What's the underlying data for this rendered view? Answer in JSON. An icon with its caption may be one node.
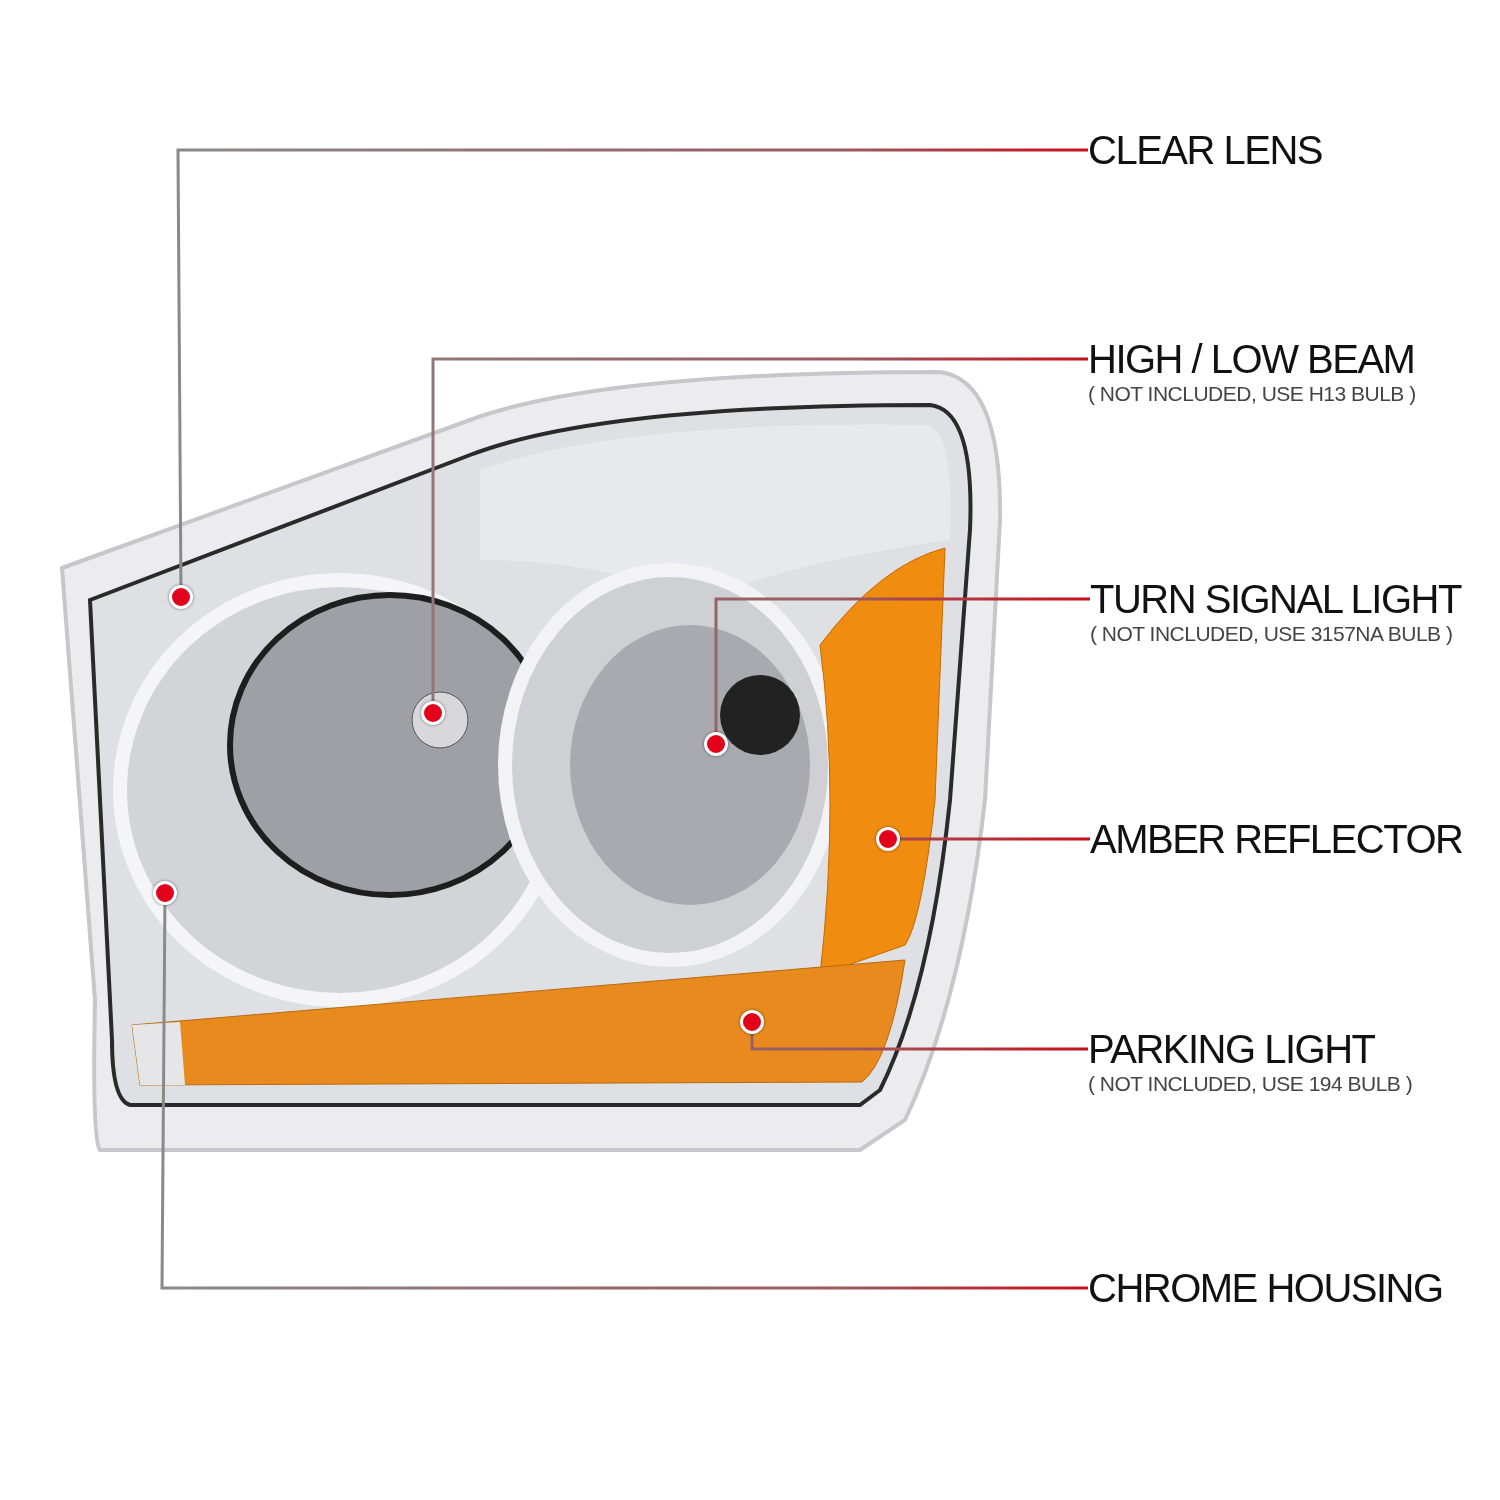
{
  "diagram": {
    "nodes": [
      {
        "text": [
          "CLEAR LENS"
        ]
      },
      {
        "text": [
          "HIGH / LOW BEAM",
          "( NOT INCLUDED, USE H13 BULB )"
        ]
      },
      {
        "text": [
          "TURN SIGNAL LIGHT",
          "( NOT INCLUDED, USE 3157NA BULB )"
        ]
      },
      {
        "text": [
          "AMBER REFLECTOR"
        ]
      },
      {
        "text": [
          "PARKING LIGHT",
          "( NOT INCLUDED, USE 194 BULB )"
        ]
      },
      {
        "text": [
          "CHROME HOUSING"
        ]
      },
      {
        "text": [],
        "shape": "circle"
      },
      {
        "text": [],
        "shape": "circle"
      },
      {
        "text": [],
        "shape": "circle"
      },
      {
        "text": [],
        "shape": "circle"
      },
      {
        "text": [],
        "shape": "circle"
      },
      {
        "text": [],
        "shape": "circle"
      }
    ],
    "edges": [
      {
        "from": 0,
        "to": 6,
        "arrow": "none"
      },
      {
        "from": 1,
        "to": 7,
        "arrow": "none"
      },
      {
        "from": 2,
        "to": 8,
        "arrow": "none"
      },
      {
        "from": 3,
        "to": 9,
        "arrow": "none"
      },
      {
        "from": 4,
        "to": 10,
        "arrow": "none"
      },
      {
        "from": 5,
        "to": 11,
        "arrow": "none"
      }
    ]
  }
}
